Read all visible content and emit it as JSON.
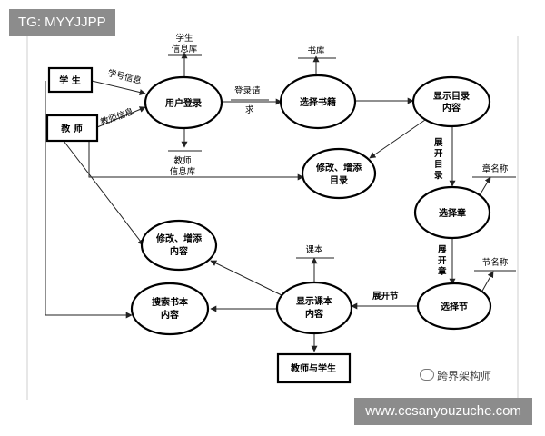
{
  "overlays": {
    "tg_label": "TG: MYYJJPP",
    "site_url": "www.ccsanyouzuche.com",
    "watermark": "跨界架构师"
  },
  "diagram": {
    "nodes": {
      "student": "学 生",
      "teacher": "教 师",
      "user_login": "用户登录",
      "select_book": "选择书籍",
      "show_toc_1": "显示目录",
      "show_toc_2": "内容",
      "modify_toc_1": "修改、增添",
      "modify_toc_2": "目录",
      "select_chapter": "选择章",
      "select_section": "选择节",
      "show_text_1": "显示课本",
      "show_text_2": "内容",
      "modify_content_1": "修改、增添",
      "modify_content_2": "内容",
      "search_book_1": "搜索书本",
      "search_book_2": "内容",
      "teacher_and_student": "教师与学生"
    },
    "stores": {
      "student_db_1": "学生",
      "student_db_2": "信息库",
      "teacher_db_1": "教师",
      "teacher_db_2": "信息库",
      "book_db": "书库",
      "chapter_name": "章名称",
      "section_name": "节名称",
      "textbook": "课本"
    },
    "flow_labels": {
      "student_id_info": "学号信息",
      "teacher_info": "教师信息",
      "login_req_1": "登录请",
      "login_req_2": "求",
      "expand_toc_1": "展",
      "expand_toc_2": "开",
      "expand_toc_3": "目",
      "expand_toc_4": "录",
      "expand_chapter_1": "展",
      "expand_chapter_2": "开",
      "expand_chapter_3": "章",
      "expand_section": "展开节"
    }
  }
}
